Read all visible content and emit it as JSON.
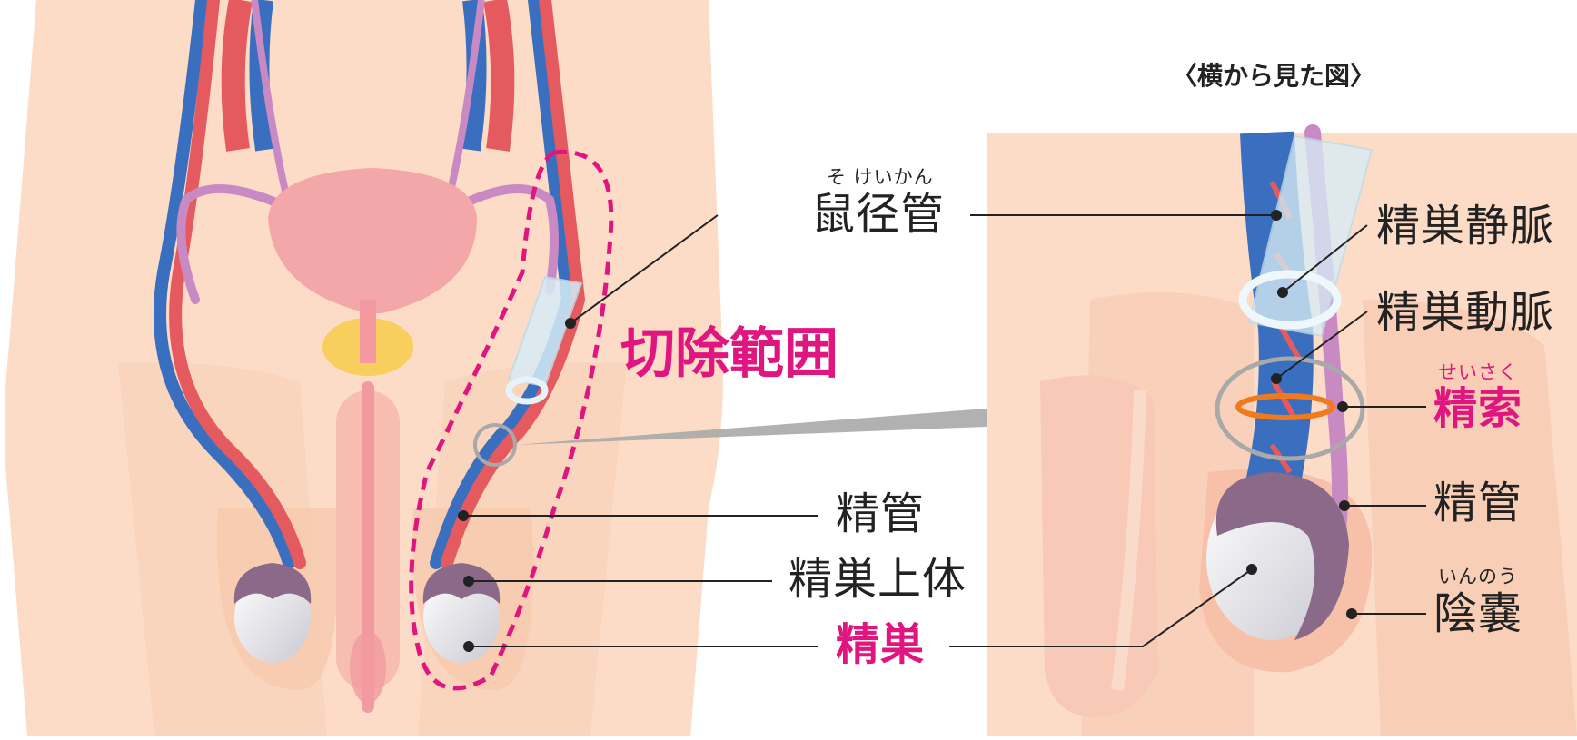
{
  "side_view_title": "〈横から見た図〉",
  "excision_label": "切除範囲",
  "labels": {
    "inguinal_canal": {
      "text": "鼠径管",
      "ruby": "そ けいかん"
    },
    "vas_deferens_front": {
      "text": "精管"
    },
    "epididymis": {
      "text": "精巣上体"
    },
    "testis": {
      "text": "精巣"
    },
    "testicular_vein": {
      "text": "精巣静脈"
    },
    "testicular_artery": {
      "text": "精巣動脈"
    },
    "spermatic_cord": {
      "text": "精索",
      "ruby": "せいさく"
    },
    "vas_deferens_side": {
      "text": "精管"
    },
    "scrotum": {
      "text": "陰嚢",
      "ruby": "いんのう"
    }
  },
  "colors": {
    "skin": "#fcdcc6",
    "skin_dark": "#f6c6aa",
    "bladder": "#f3a7a9",
    "prostate": "#f8cf5c",
    "artery": "#e45a5e",
    "vein": "#3a6fbf",
    "vas": "#c98ac4",
    "epididymis": "#8a6a88",
    "testis": "#e9e9ee",
    "highlight": "#e0157f",
    "leader": "#222222",
    "callout": "#a9a9a9"
  }
}
